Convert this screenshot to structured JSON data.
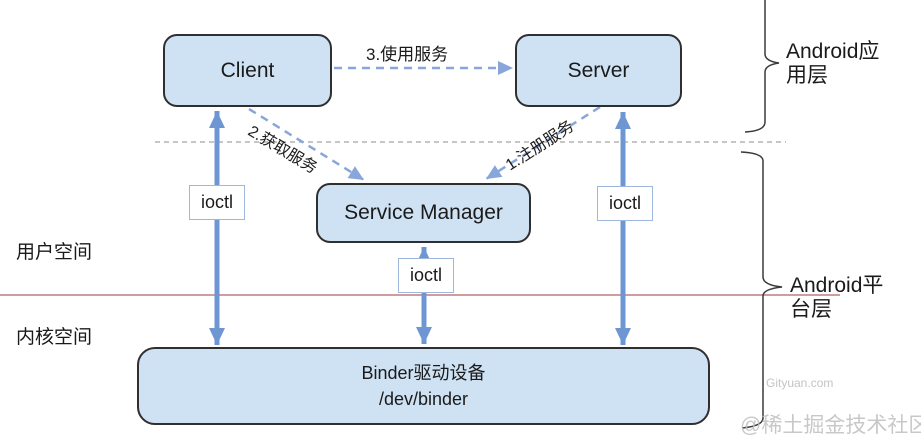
{
  "diagram": {
    "nodes": {
      "client": "Client",
      "server": "Server",
      "service_manager": "Service Manager",
      "binder_line1": "Binder驱动设备",
      "binder_line2": "/dev/binder"
    },
    "edges": {
      "use_service": "3.使用服务",
      "get_service": "2.获取服务",
      "register_service": "1.注册服务",
      "ioctl": "ioctl"
    },
    "regions": {
      "user_space": "用户空间",
      "kernel_space": "内核空间",
      "app_layer": "Android应用层",
      "platform_layer": "Android平台层"
    },
    "watermarks": {
      "gityuan": "Gityuan.com",
      "juejin": "@稀土掘金技术社区"
    },
    "colors": {
      "node_fill": "#cfe2f4",
      "node_border": "#2f2f2f",
      "arrow_blue": "#6e96d3",
      "dashed_blue": "#88a6da",
      "boundary_red": "#d09c9e",
      "separator_gray": "#b3b3b3",
      "ioctl_border": "#9db7dd",
      "text_color": "#1a1a1a",
      "watermark_gray": "#c4c4c4"
    }
  }
}
